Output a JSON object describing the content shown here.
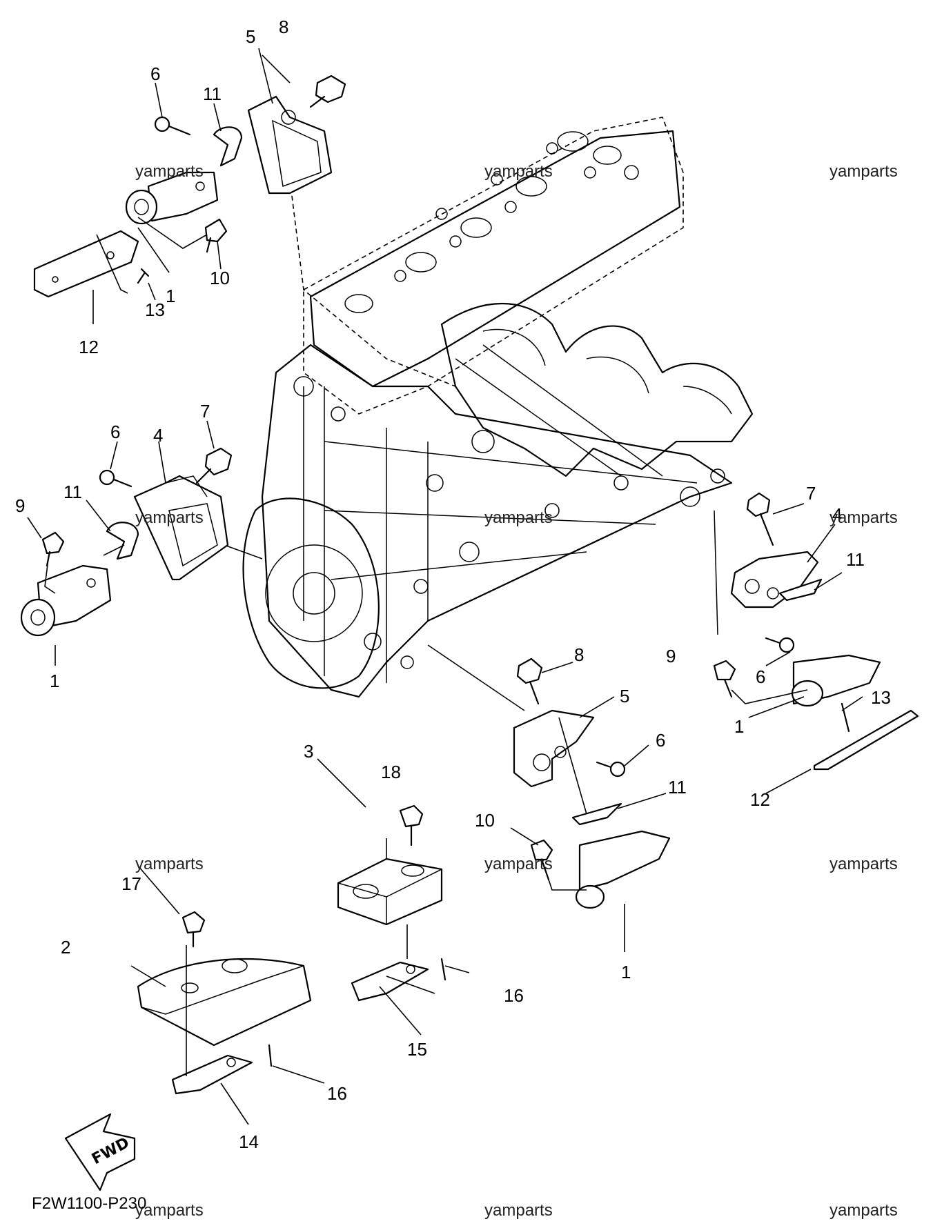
{
  "diagram": {
    "drawing_code": "F2W1100-P230",
    "watermark": "yamparts",
    "direction_arrow_label": "FWD",
    "callouts": [
      "1",
      "2",
      "3",
      "4",
      "5",
      "6",
      "7",
      "8",
      "9",
      "10",
      "11",
      "12",
      "13",
      "14",
      "15",
      "16",
      "17",
      "18"
    ]
  }
}
